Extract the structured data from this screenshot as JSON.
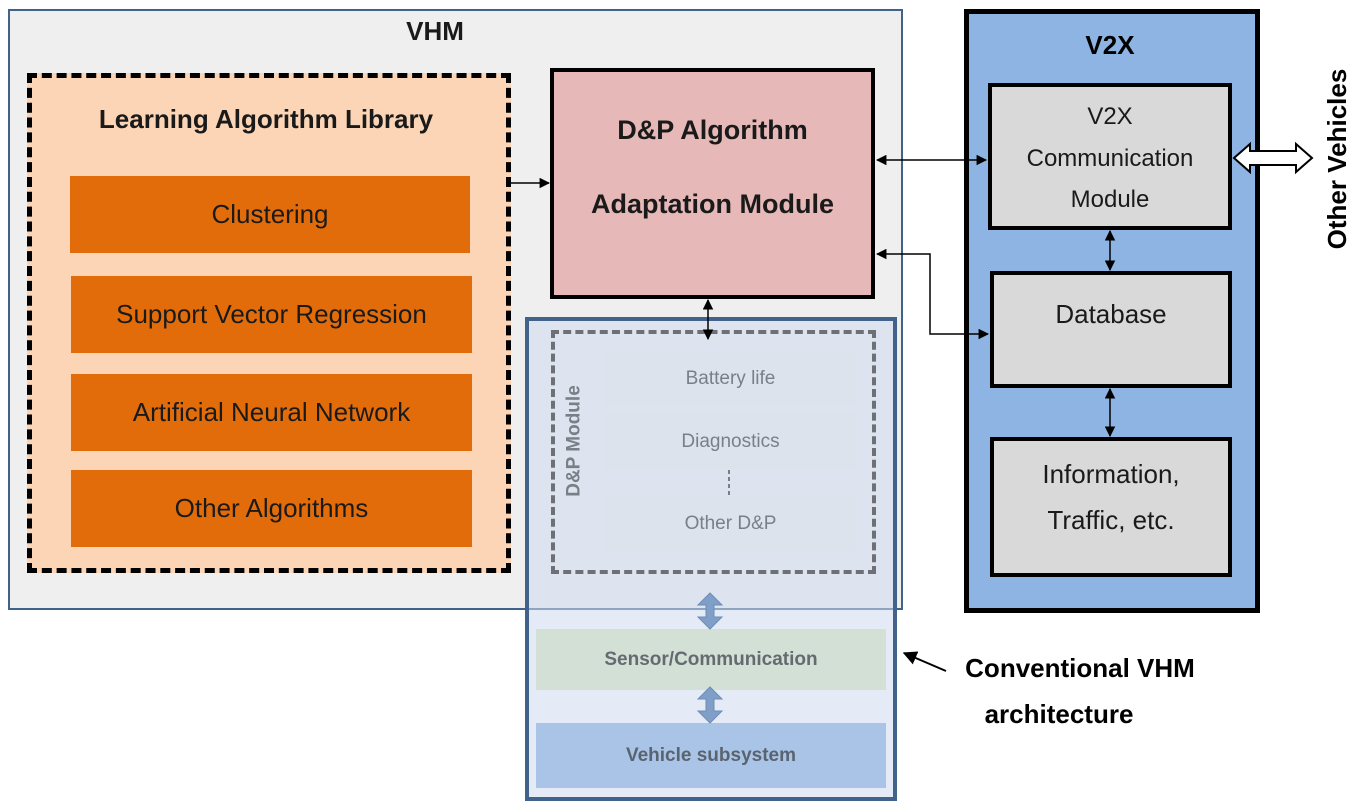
{
  "vhm": {
    "title": "VHM"
  },
  "library": {
    "title": "Learning Algorithm Library",
    "items": [
      "Clustering",
      "Support Vector Regression",
      "Artificial Neural Network",
      "Other Algorithms"
    ]
  },
  "adaptation": {
    "line1": "D&P Algorithm",
    "line2": "Adaptation Module"
  },
  "dp_module": {
    "title": "D&P Module",
    "items": [
      "Battery life",
      "Diagnostics",
      "Other D&P"
    ]
  },
  "sensor": {
    "label": "Sensor/Communication"
  },
  "vehicle": {
    "label": "Vehicle subsystem"
  },
  "conventional": {
    "line1": "Conventional VHM",
    "line2": "architecture"
  },
  "v2x": {
    "title": "V2X",
    "comm": {
      "line1": "V2X",
      "line2": "Communication",
      "line3": "Module"
    },
    "database": "Database",
    "info": {
      "line1": "Information,",
      "line2": "Traffic, etc."
    }
  },
  "other_vehicles": "Other Vehicles",
  "colors": {
    "vhm_bg": "#efefef",
    "vhm_border": "#41628a",
    "library_bg": "#fbd5b5",
    "algo_bg": "#e36c0a",
    "adaptation_bg": "#e6b9b8",
    "conventional_bg": "#dce4ef",
    "conventional_border": "#41628a",
    "sensor_bg": "#d2e0d6",
    "vehicle_bg": "#a9c4e6",
    "v2x_bg": "#8eb4e3",
    "v2x_box_bg": "#d9d9d9"
  }
}
